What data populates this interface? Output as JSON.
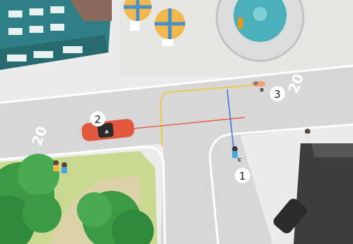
{
  "scene": {
    "speed_markings": [
      "20",
      "20"
    ],
    "markers": [
      {
        "number": "1",
        "vehicle_letter": "C",
        "kind": "pedestrian"
      },
      {
        "number": "2",
        "vehicle_letter": "A",
        "kind": "car"
      },
      {
        "number": "3",
        "vehicle_letter": "B",
        "kind": "cyclist"
      }
    ],
    "path_colors": {
      "pedestrian": "#3a6fd8",
      "car": "#e8604c",
      "cyclist": "#f1c74b"
    },
    "colors": {
      "road": "#d9d9d9",
      "sidewalk": "#ececec",
      "building_facade": "#2f7f86",
      "car_body": "#e2583f",
      "grass": "#9bc36a",
      "tree": "#3c9a45"
    }
  }
}
